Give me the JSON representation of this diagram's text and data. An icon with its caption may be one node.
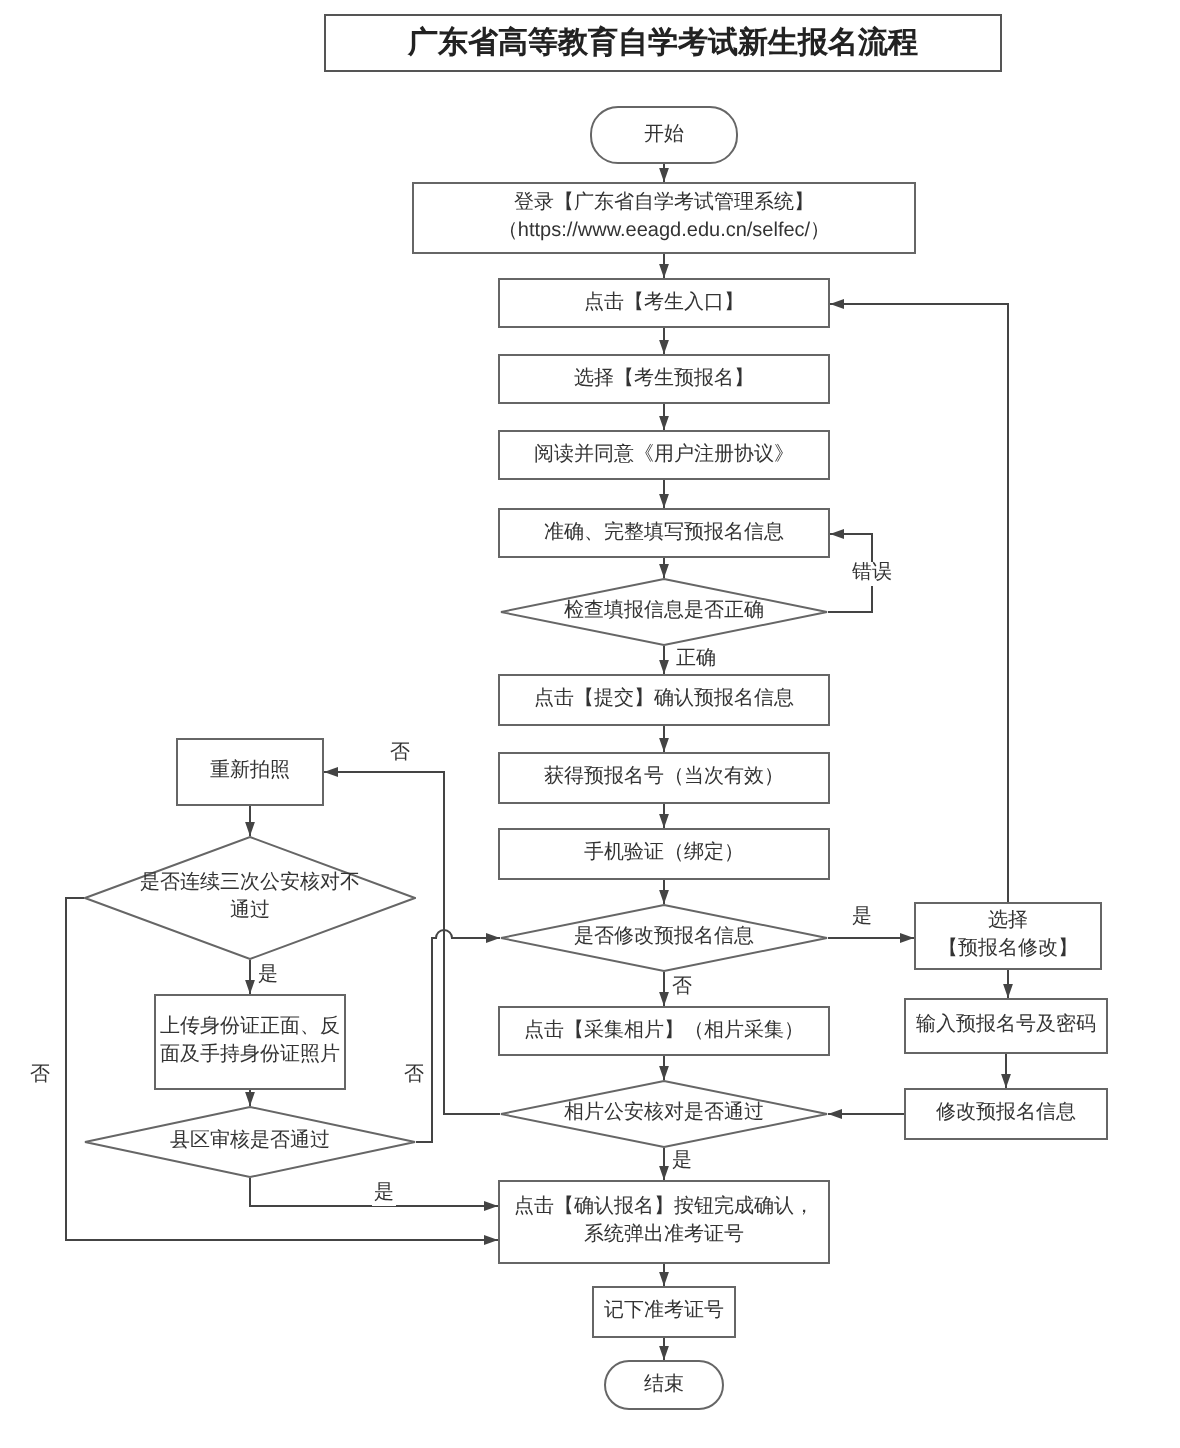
{
  "diagram": {
    "title": "广东省高等教育自学考试新生报名流程",
    "nodes": [
      {
        "text": [
          "开始"
        ]
      },
      {
        "text": [
          "登录【广东省自学考试管理系统】",
          "（https://www.eeagd.edu.cn/selfec/）"
        ]
      },
      {
        "text": [
          "点击【考生入口】"
        ]
      },
      {
        "text": [
          "选择【考生预报名】"
        ]
      },
      {
        "text": [
          "阅读并同意《用户注册协议》"
        ]
      },
      {
        "text": [
          "准确、完整填写预报名信息"
        ]
      },
      {
        "text": [
          "检查填报信息是否正确"
        ]
      },
      {
        "text": [
          "点击【提交】确认预报名信息"
        ]
      },
      {
        "text": [
          "获得预报名号（当次有效）"
        ]
      },
      {
        "text": [
          "手机验证（绑定）"
        ]
      },
      {
        "text": [
          "是否修改预报名信息"
        ]
      },
      {
        "text": [
          "点击【采集相片】（相片采集）"
        ]
      },
      {
        "text": [
          "相片公安核对是否通过"
        ]
      },
      {
        "text": [
          "点击【确认报名】按钮完成确认，系统弹出准考证号"
        ]
      },
      {
        "text": [
          "记下准考证号"
        ]
      },
      {
        "text": [
          "结束"
        ]
      },
      {
        "text": [
          "重新拍照"
        ]
      },
      {
        "text": [
          "是否连续三次公安核对不通过"
        ]
      },
      {
        "text": [
          "上传身份证正面、反面及手持身份证照片"
        ]
      },
      {
        "text": [
          "县区审核是否通过"
        ]
      },
      {
        "text": [
          "选择",
          "【预报名修改】"
        ]
      },
      {
        "text": [
          "输入预报名号及密码"
        ]
      },
      {
        "text": [
          "修改预报名信息"
        ]
      }
    ],
    "edges": [
      {
        "from": 0,
        "to": 1,
        "arrow": "to"
      },
      {
        "from": 1,
        "to": 2,
        "arrow": "to"
      },
      {
        "from": 2,
        "to": 3,
        "arrow": "to"
      },
      {
        "from": 3,
        "to": 4,
        "arrow": "to"
      },
      {
        "from": 4,
        "to": 5,
        "arrow": "to"
      },
      {
        "from": 5,
        "to": 6,
        "arrow": "to"
      },
      {
        "from": 6,
        "to": 5,
        "arrow": "to",
        "label": "错误"
      },
      {
        "from": 6,
        "to": 7,
        "arrow": "to",
        "label": "正确"
      },
      {
        "from": 7,
        "to": 8,
        "arrow": "to"
      },
      {
        "from": 8,
        "to": 9,
        "arrow": "to"
      },
      {
        "from": 9,
        "to": 10,
        "arrow": "to"
      },
      {
        "from": 10,
        "to": 20,
        "arrow": "to",
        "label": "是"
      },
      {
        "from": 10,
        "to": 11,
        "arrow": "to",
        "label": "否"
      },
      {
        "from": 11,
        "to": 12,
        "arrow": "to"
      },
      {
        "from": 12,
        "to": 13,
        "arrow": "to",
        "label": "是"
      },
      {
        "from": 12,
        "to": 16,
        "arrow": "to",
        "label": "否"
      },
      {
        "from": 13,
        "to": 14,
        "arrow": "to"
      },
      {
        "from": 14,
        "to": 15,
        "arrow": "to"
      },
      {
        "from": 16,
        "to": 17,
        "arrow": "to"
      },
      {
        "from": 17,
        "to": 18,
        "arrow": "to",
        "label": "是"
      },
      {
        "from": 17,
        "to": 13,
        "arrow": "to",
        "label": "否"
      },
      {
        "from": 18,
        "to": 19,
        "arrow": "to"
      },
      {
        "from": 19,
        "to": 13,
        "arrow": "to",
        "label": "是"
      },
      {
        "from": 19,
        "to": 10,
        "arrow": "to",
        "label": "否"
      },
      {
        "from": 20,
        "to": 21,
        "arrow": "to"
      },
      {
        "from": 21,
        "to": 22,
        "arrow": "to"
      },
      {
        "from": 22,
        "to": 12,
        "arrow": "to"
      },
      {
        "from": 20,
        "to": 2,
        "arrow": "to"
      }
    ]
  }
}
